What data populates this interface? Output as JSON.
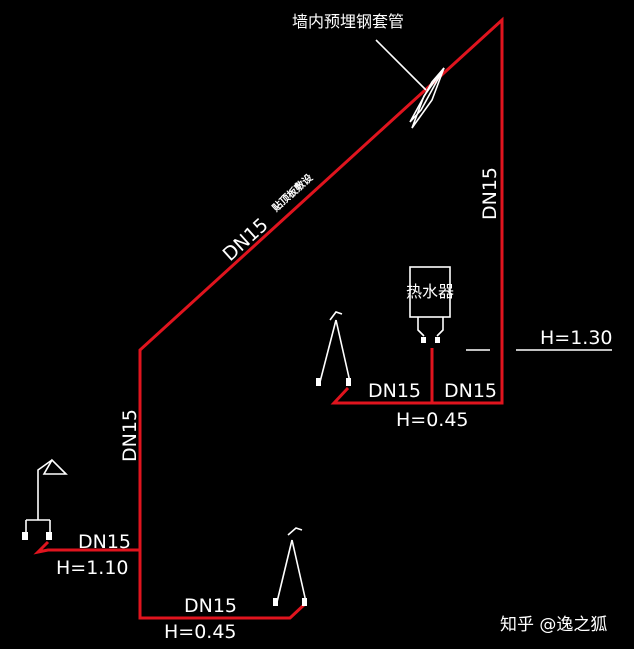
{
  "colors": {
    "background": "#000000",
    "pipe": "#e0141e",
    "annotation": "#ffffff"
  },
  "labels": {
    "sleeve_note": "墙内预埋钢套管",
    "ceiling_note": "贴顶板敷设",
    "diag_pipe": "DN15",
    "right_vertical_pipe": "DN15",
    "heater_left_pipe": "DN15",
    "heater_right_pipe": "DN15",
    "heater_height": "H=0.45",
    "right_height": "H=1.30",
    "left_vertical_pipe": "DN15",
    "left_branch_pipe": "DN15",
    "left_branch_height": "H=1.10",
    "bottom_pipe": "DN15",
    "bottom_height": "H=0.45"
  },
  "heater": {
    "label": "热水器"
  },
  "icons": {
    "sleeve": "steel-sleeve-icon",
    "shower": "shower-head-icon",
    "faucet": "faucet-icon"
  },
  "watermark": {
    "text": "知乎 @逸之狐"
  }
}
